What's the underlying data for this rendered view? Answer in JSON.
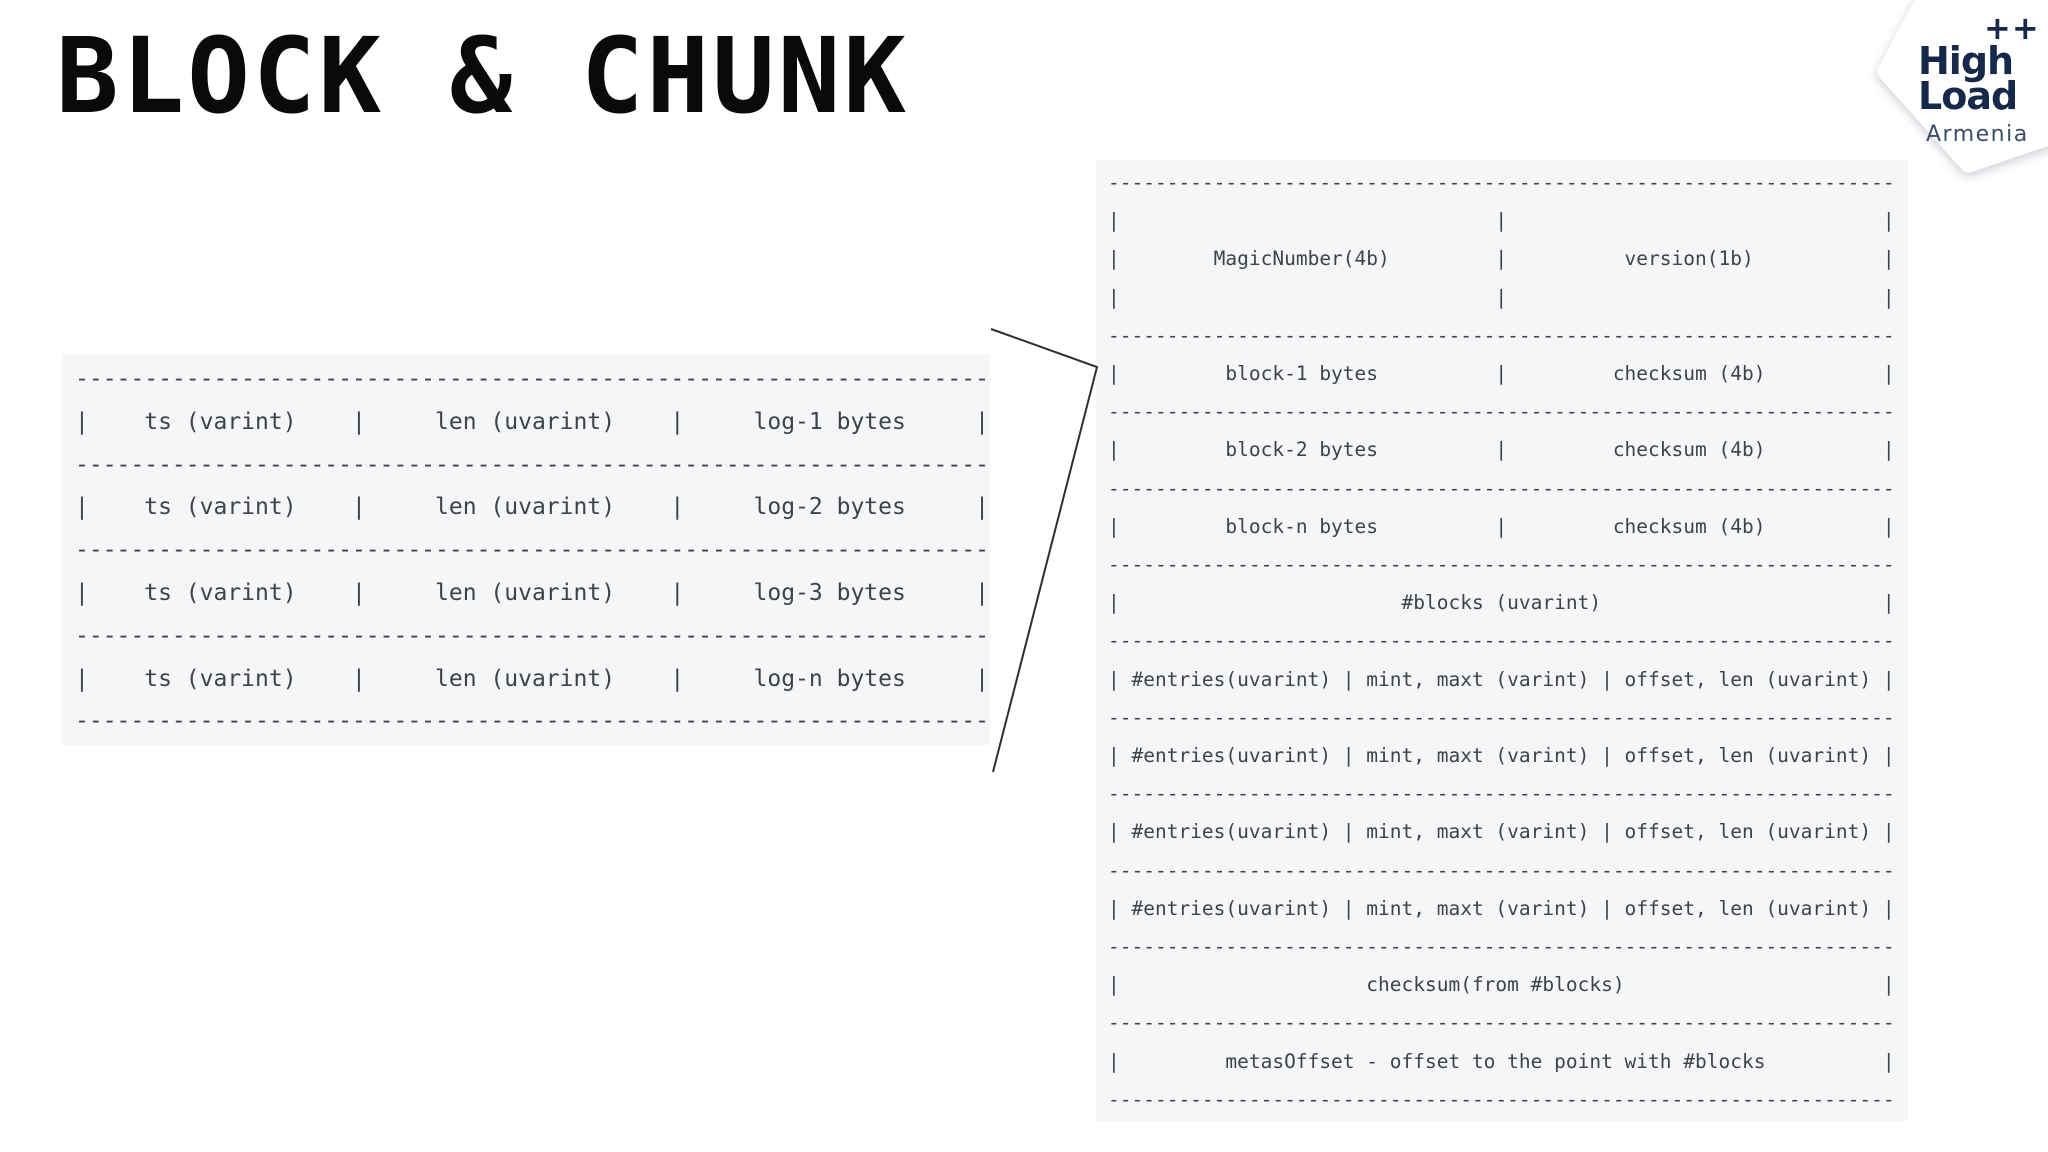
{
  "slide": {
    "title": "BLOCK & CHUNK"
  },
  "logo": {
    "plus": "++",
    "line1": "High",
    "line2": "Load",
    "region": "Armenia",
    "text_color": "#16294b",
    "subtitle_color": "#3c4b68"
  },
  "block_diagram": {
    "description": "block layout: repeated log entries",
    "lines": [
      "------------------------------------------------------------------",
      "|    ts (varint)    |     len (uvarint)    |     log-1 bytes     |",
      "------------------------------------------------------------------",
      "|    ts (varint)    |     len (uvarint)    |     log-2 bytes     |",
      "------------------------------------------------------------------",
      "|    ts (varint)    |     len (uvarint)    |     log-3 bytes     |",
      "------------------------------------------------------------------",
      "|    ts (varint)    |     len (uvarint)    |     log-n bytes     |",
      "------------------------------------------------------------------"
    ]
  },
  "chunk_diagram": {
    "description": "chunk layout: header, blocks, metas, checksum, metasOffset",
    "lines": [
      "-------------------------------------------------------------------",
      "|                                |                                |",
      "|        MagicNumber(4b)         |          version(1b)           |",
      "|                                |                                |",
      "-------------------------------------------------------------------",
      "|         block-1 bytes          |         checksum (4b)          |",
      "-------------------------------------------------------------------",
      "|         block-2 bytes          |         checksum (4b)          |",
      "-------------------------------------------------------------------",
      "|         block-n bytes          |         checksum (4b)          |",
      "-------------------------------------------------------------------",
      "|                        #blocks (uvarint)                        |",
      "-------------------------------------------------------------------",
      "| #entries(uvarint) | mint, maxt (varint) | offset, len (uvarint) |",
      "-------------------------------------------------------------------",
      "| #entries(uvarint) | mint, maxt (varint) | offset, len (uvarint) |",
      "-------------------------------------------------------------------",
      "| #entries(uvarint) | mint, maxt (varint) | offset, len (uvarint) |",
      "-------------------------------------------------------------------",
      "| #entries(uvarint) | mint, maxt (varint) | offset, len (uvarint) |",
      "-------------------------------------------------------------------",
      "|                     checksum(from #blocks)                      |",
      "-------------------------------------------------------------------",
      "|         metasOffset - offset to the point with #blocks          |",
      "-------------------------------------------------------------------"
    ]
  },
  "colors": {
    "diagram_bg": "#f5f6f8",
    "diagram_text": "#3e434a",
    "connector": "#2b2f36",
    "title": "#0a0a0b",
    "page_bg": "#ffffff"
  }
}
